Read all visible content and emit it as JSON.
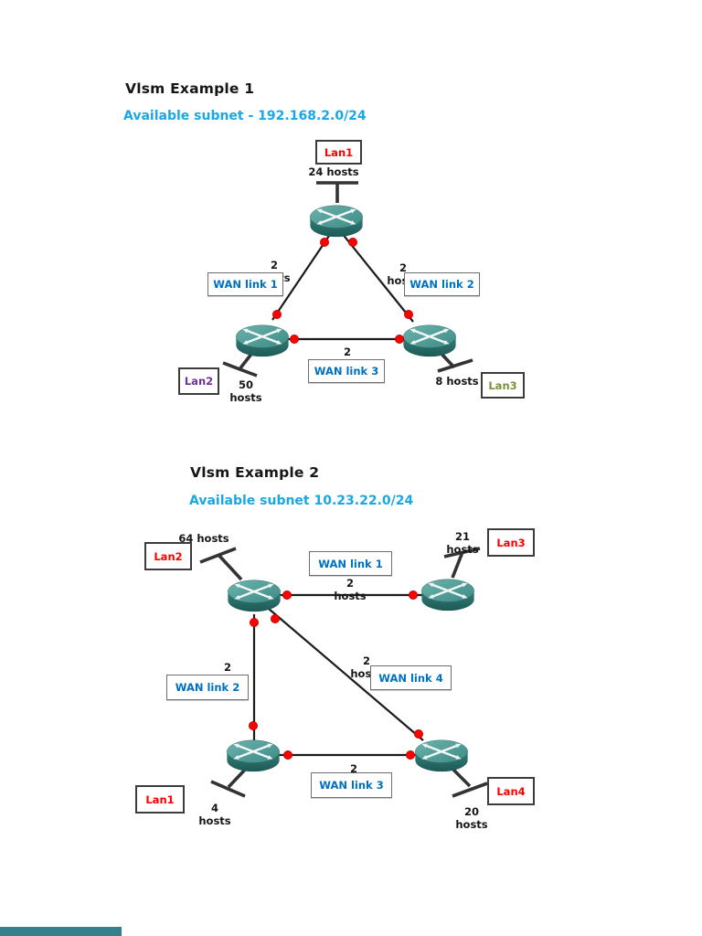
{
  "examples": [
    {
      "title": "Vlsm Example 1",
      "subtitle": "Available subnet - 192.168.2.0/24",
      "lans": {
        "lan1": {
          "label": "Lan1",
          "hosts": "24 hosts"
        },
        "lan2": {
          "label": "Lan2",
          "hosts": "50 hosts"
        },
        "lan3": {
          "label": "Lan3",
          "hosts": "8 hosts"
        }
      },
      "wans": {
        "wan1": {
          "label": "WAN link 1",
          "hosts": "2 hosts"
        },
        "wan2": {
          "label": "WAN link 2",
          "hosts": "2 hosts"
        },
        "wan3": {
          "label": "WAN link 3",
          "hosts": "2 hosts"
        }
      }
    },
    {
      "title": "Vlsm Example 2",
      "subtitle": "Available subnet 10.23.22.0/24",
      "lans": {
        "lan1": {
          "label": "Lan1",
          "hosts": "4 hosts"
        },
        "lan2": {
          "label": "Lan2",
          "hosts": "64 hosts"
        },
        "lan3": {
          "label": "Lan3",
          "hosts": "21 hosts"
        },
        "lan4": {
          "label": "Lan4",
          "hosts": "20 hosts"
        }
      },
      "wans": {
        "wan1": {
          "label": "WAN link 1",
          "hosts": "2 hosts"
        },
        "wan2": {
          "label": "WAN link 2",
          "hosts": "2 hosts"
        },
        "wan3": {
          "label": "WAN link 3",
          "hosts": "2 hosts"
        },
        "wan4": {
          "label": "WAN link 4",
          "hosts": "2 hosts"
        }
      }
    }
  ],
  "colors": {
    "subtitle_cyan": "#1ba7e2",
    "wan_link_blue": "#0070c0",
    "lan_red": "#ff0000",
    "lan_purple": "#7030a0",
    "lan_green": "#77933c",
    "router_teal_top": "#4f9c98",
    "router_teal_side": "#2c6d6a",
    "connection_dot_red": "#ff0000",
    "line_black": "#1c1c1c",
    "footer_bar_teal": "#36808d"
  }
}
